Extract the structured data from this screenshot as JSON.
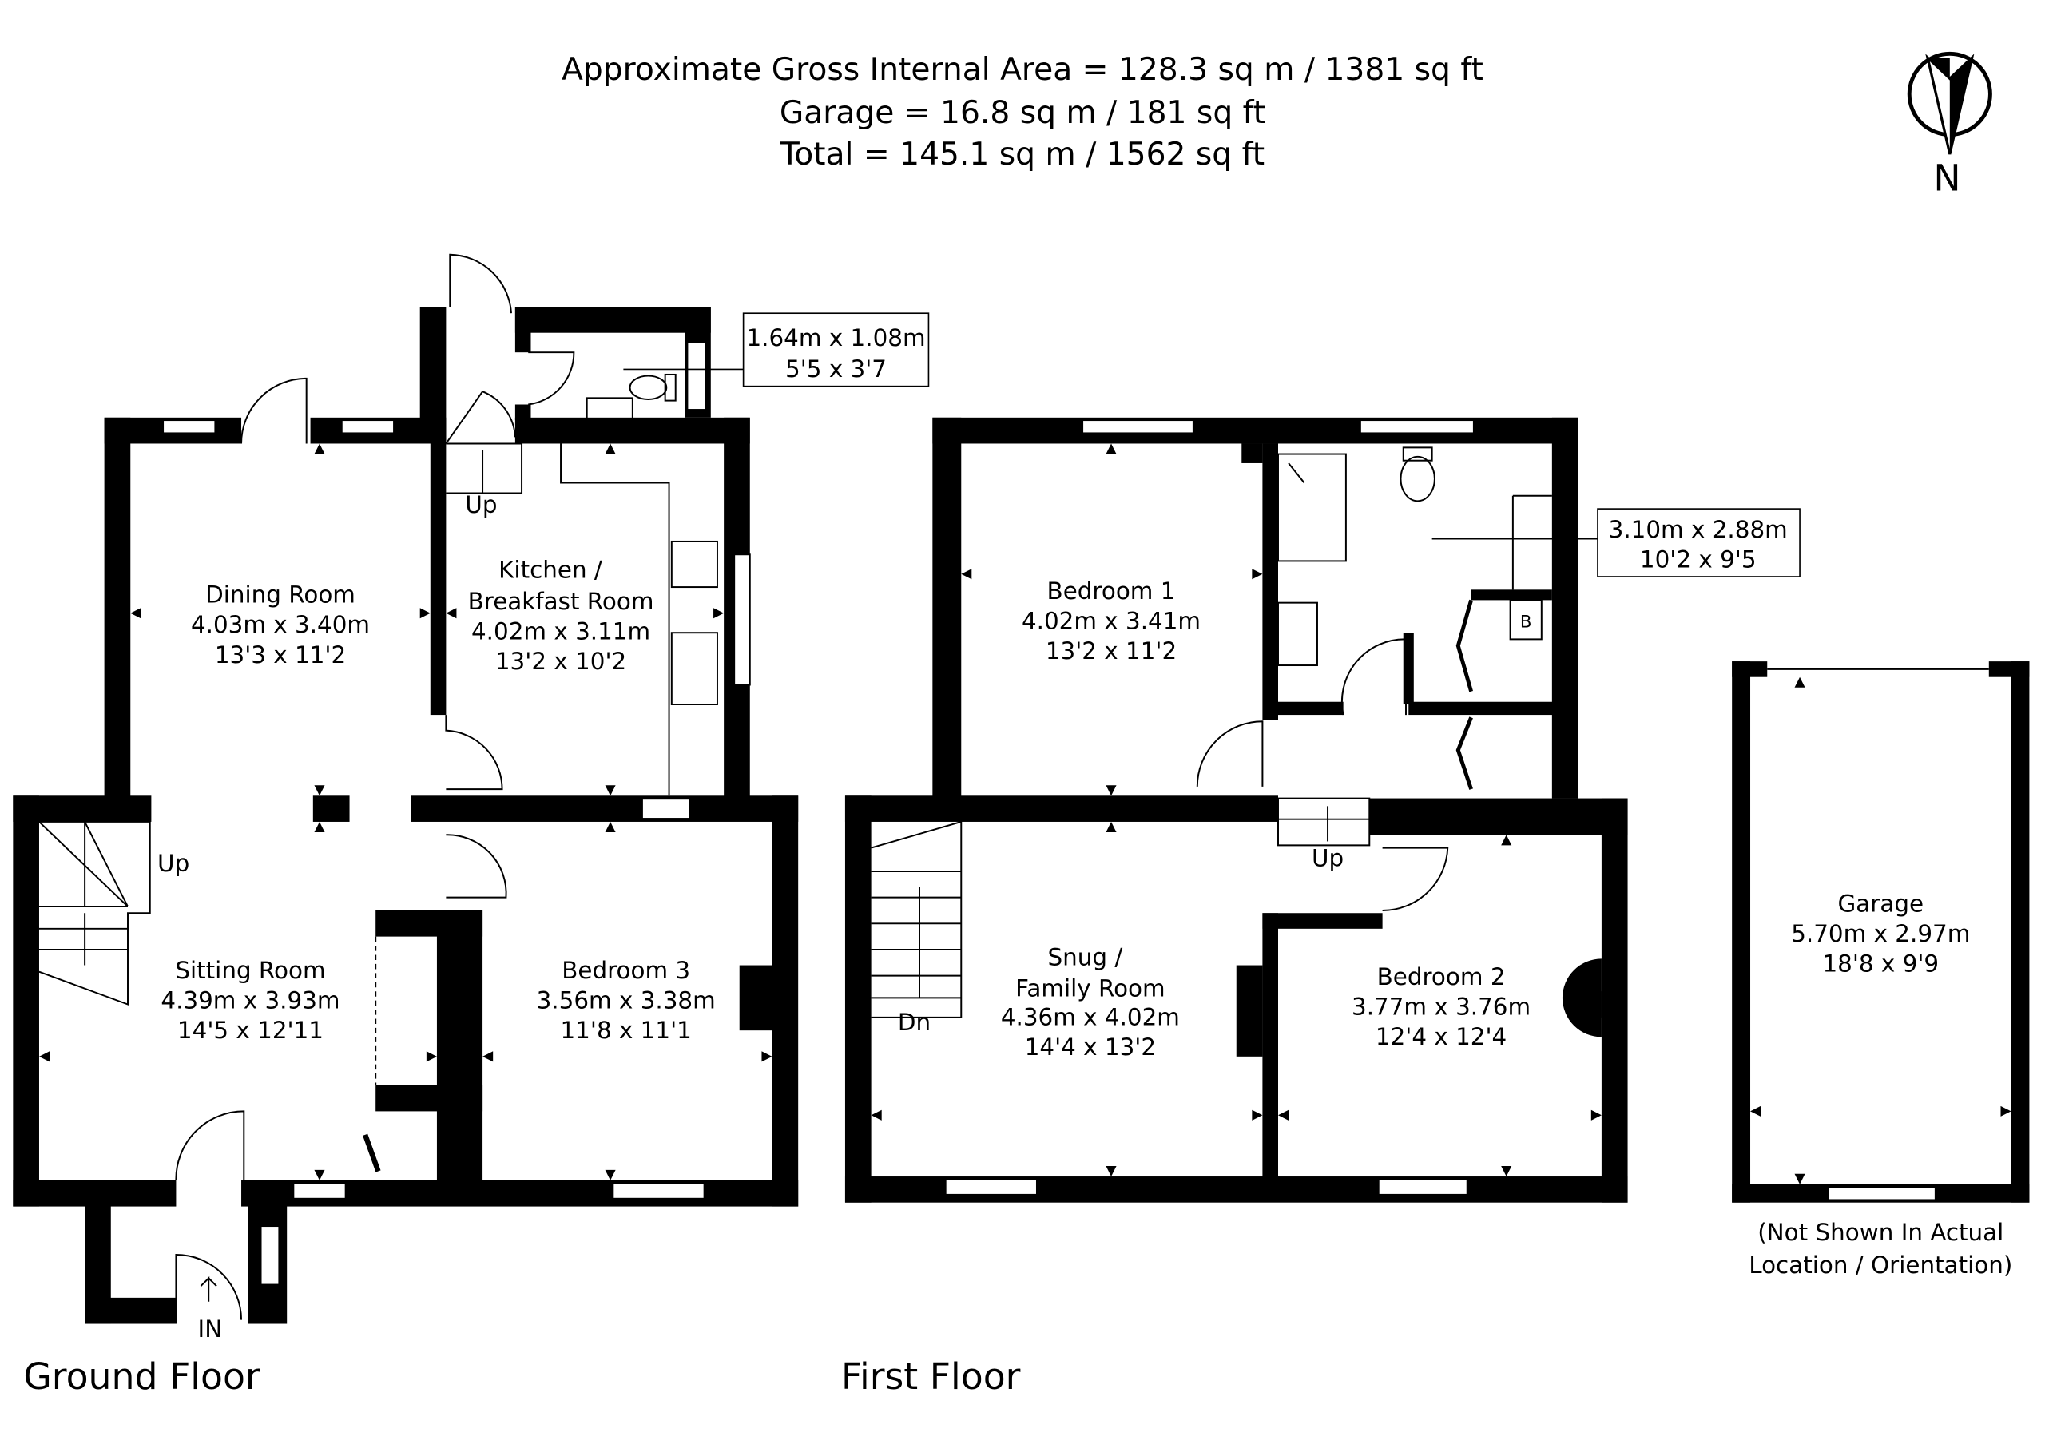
{
  "header": {
    "line1": "Approximate Gross Internal Area = 128.3 sq m / 1381 sq ft",
    "line2": "Garage = 16.8 sq m / 181 sq ft",
    "line3": "Total = 145.1 sq m / 1562 sq ft"
  },
  "compass": {
    "label": "N",
    "icon": "north-arrow-icon"
  },
  "ground_floor": {
    "label": "Ground Floor",
    "rooms": [
      {
        "name": "Dining Room",
        "metric": "4.03m x 3.40m",
        "imperial": "13'3 x 11'2"
      },
      {
        "name_line1": "Kitchen /",
        "name_line2": "Breakfast Room",
        "metric": "4.02m x 3.11m",
        "imperial": "13'2 x 10'2"
      },
      {
        "name": "Sitting Room",
        "metric": "4.39m x 3.93m",
        "imperial": "14'5 x 12'11"
      },
      {
        "name": "Bedroom 3",
        "metric": "3.56m x 3.38m",
        "imperial": "11'8 x 11'1"
      }
    ],
    "wc_callout": {
      "metric": "1.64m x 1.08m",
      "imperial": "5'5 x 3'7"
    },
    "stair_up_1": "Up",
    "stair_up_2": "Up",
    "entrance": "IN"
  },
  "first_floor": {
    "label": "First Floor",
    "rooms": [
      {
        "name": "Bedroom 1",
        "metric": "4.02m x 3.41m",
        "imperial": "13'2 x 11'2"
      },
      {
        "name_line1": "Snug /",
        "name_line2": "Family Room",
        "metric": "4.36m x 4.02m",
        "imperial": "14'4 x 13'2"
      },
      {
        "name": "Bedroom 2",
        "metric": "3.77m x 3.76m",
        "imperial": "12'4 x 12'4"
      }
    ],
    "bathroom_callout": {
      "metric": "3.10m x 2.88m",
      "imperial": "10'2 x 9'5"
    },
    "boiler": "B",
    "stair_up": "Up",
    "stair_down": "Dn"
  },
  "garage": {
    "name": "Garage",
    "metric": "5.70m x 2.97m",
    "imperial": "18'8 x 9'9",
    "note_line1": "(Not Shown In Actual",
    "note_line2": "Location / Orientation)"
  }
}
